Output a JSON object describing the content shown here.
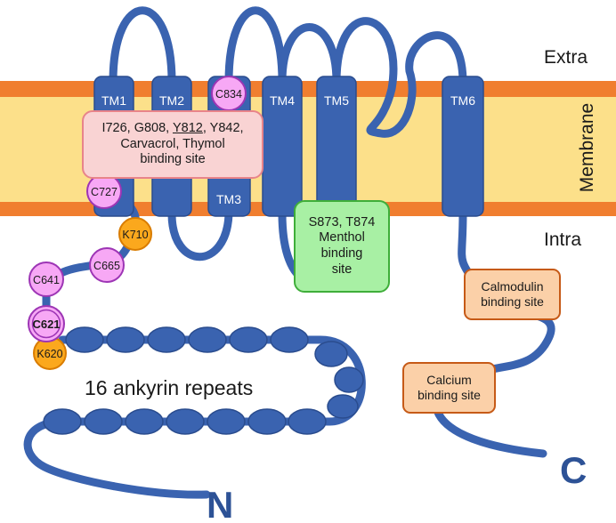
{
  "regions": {
    "extra": "Extra",
    "membrane": "Membrane",
    "intra": "Intra"
  },
  "helices": [
    "TM1",
    "TM2",
    "TM3",
    "TM4",
    "TM5",
    "TM6"
  ],
  "residues": {
    "c834": "C834",
    "c727": "C727",
    "k710": "K710",
    "c665": "C665",
    "c641": "C641",
    "c621": "C621",
    "k620": "K620"
  },
  "binding_sites": {
    "ligand_site": {
      "line1_a": "I726, G808, ",
      "line1_b": "Y812",
      "line1_c": ", Y842,",
      "line2": "Carvacrol, Thymol",
      "line3": "binding site"
    },
    "menthol_site": {
      "line1": "S873, T874",
      "line2": "Menthol",
      "line3": "binding",
      "line4": "site"
    },
    "calmodulin_site": {
      "line1": "Calmodulin",
      "line2": "binding site"
    },
    "calcium_site": {
      "line1": "Calcium",
      "line2": "binding site"
    }
  },
  "ankyrin_label": "16 ankyrin repeats",
  "termini": {
    "n": "N",
    "c": "C"
  },
  "colors": {
    "protein": "#3a63b0",
    "protein_dark": "#2a4c8e",
    "membrane_edge": "#f07e2f",
    "membrane_core": "#fce08a",
    "cysteine": "#f7a8f5",
    "cysteine_border": "#9d35b5",
    "lysine": "#fba81d",
    "lysine_border": "#d97c00",
    "terminus_text": "#2d5296"
  }
}
